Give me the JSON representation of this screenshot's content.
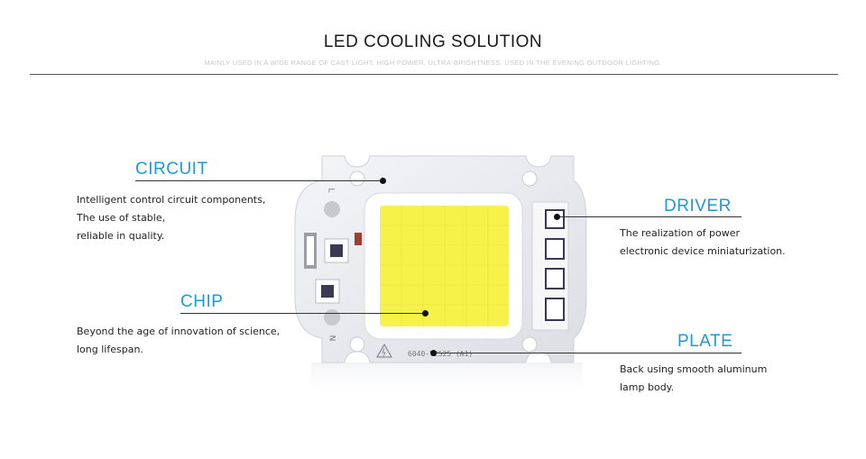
{
  "header": {
    "title": "LED COOLING SOLUTION",
    "subtitle": "MAINLY USED IN A WIDE RANGE OF CAST LIGHT, HIGH POWER, ULTRA-BRIGHTNESS, USED IN THE EVENING OUTDOOR LIGHTING."
  },
  "circuit": {
    "heading": "CIRCUIT",
    "description": "Intelligent control circuit components,\nThe use of stable,\nreliable in quality."
  },
  "chip": {
    "heading": "CHIP",
    "description": "Beyond the age of innovation of science,\nlong lifespan."
  },
  "driver": {
    "heading": "DRIVER",
    "description": "The realization of power\nelectronic device miniaturization."
  },
  "plate": {
    "heading": "PLATE",
    "description": "Back using smooth aluminum\nlamp body."
  },
  "board": {
    "marking": "6040-Y2525 (A1)",
    "pin_label_top": "L",
    "pin_label_bottom": "N"
  },
  "colors": {
    "accent": "#1e9ad6",
    "chip": "#f7f24a",
    "plate": "#e9eaee"
  }
}
